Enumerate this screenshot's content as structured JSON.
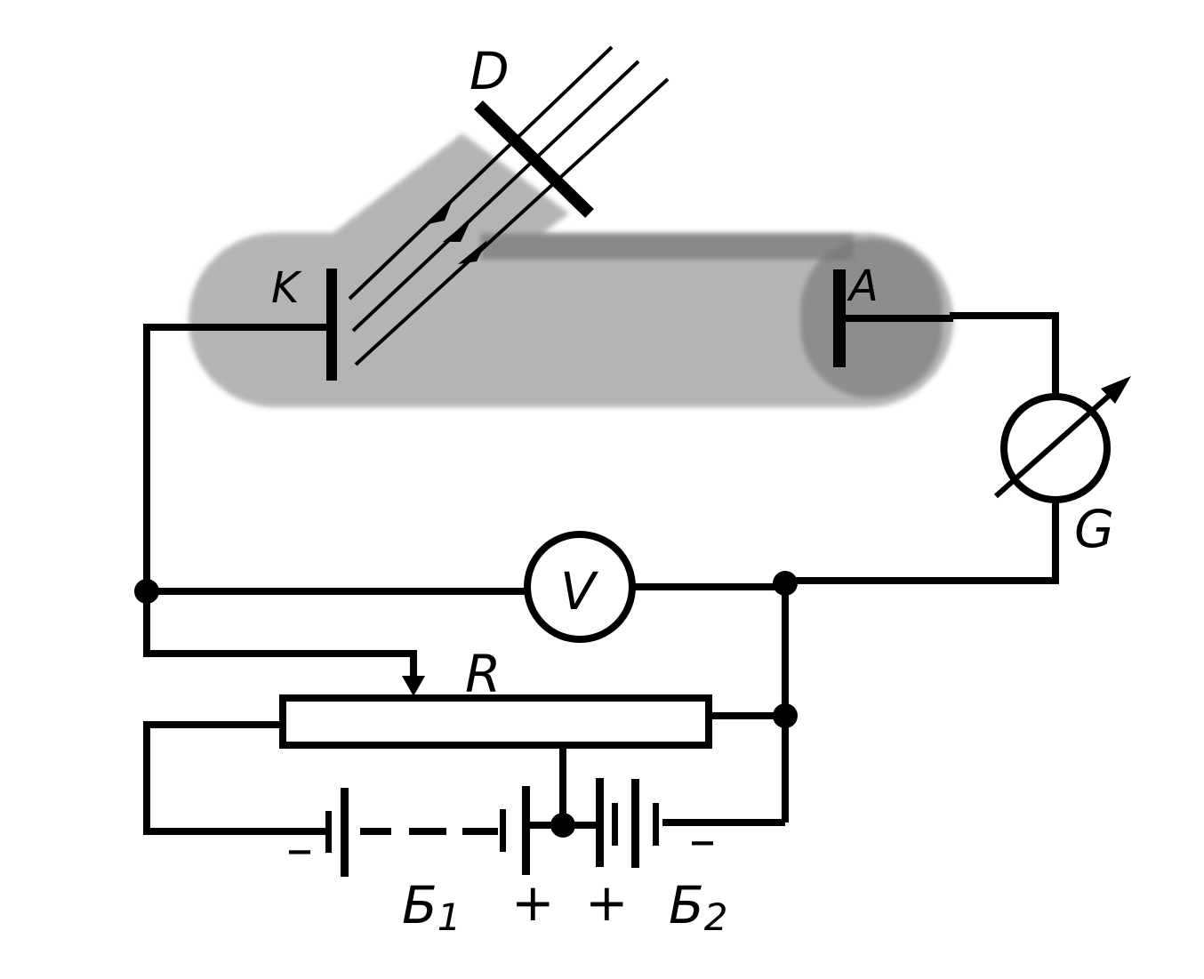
{
  "labels": {
    "window": "D",
    "cathode": "K",
    "anode": "A",
    "galvanometer": "G",
    "voltmeter": "V",
    "rheostat": "R",
    "battery1": "Б",
    "battery1_sub": "1",
    "battery2": "Б",
    "battery2_sub": "2"
  },
  "signs": {
    "b1_minus": "–",
    "b1_plus": "+",
    "b2_plus": "+",
    "b2_minus": "–"
  },
  "colors": {
    "ink": "#000000",
    "background": "#ffffff",
    "tube_shading": "#9a9a9a"
  }
}
